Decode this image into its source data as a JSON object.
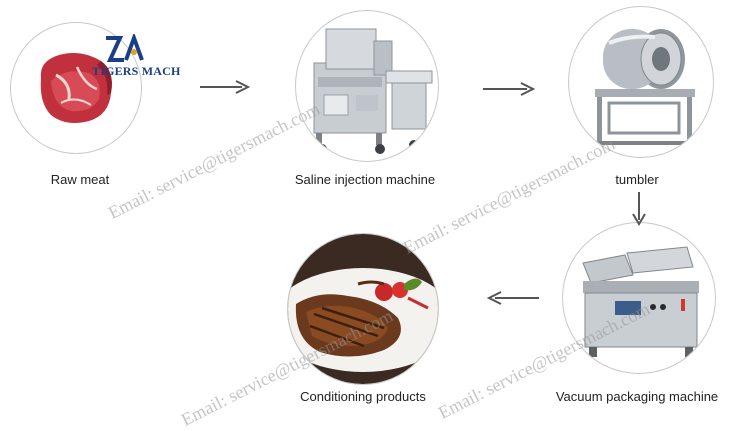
{
  "steps": [
    {
      "label": "Raw meat",
      "image": "raw-meat"
    },
    {
      "label": "Saline injection machine",
      "image": "saline-injection-machine"
    },
    {
      "label": "tumbler",
      "image": "tumbler-machine"
    },
    {
      "label": "Vacuum packaging machine",
      "image": "vacuum-packaging-machine"
    },
    {
      "label": "Conditioning products",
      "image": "cooked-steak-plate"
    }
  ],
  "logo": {
    "text": "TIGERS MACH",
    "color": "#1a3f8a"
  },
  "watermark": "Email: service@tigersmach.com",
  "colors": {
    "circle_border": "#c9c9c9",
    "arrow": "#555555",
    "watermark": "#969696"
  }
}
